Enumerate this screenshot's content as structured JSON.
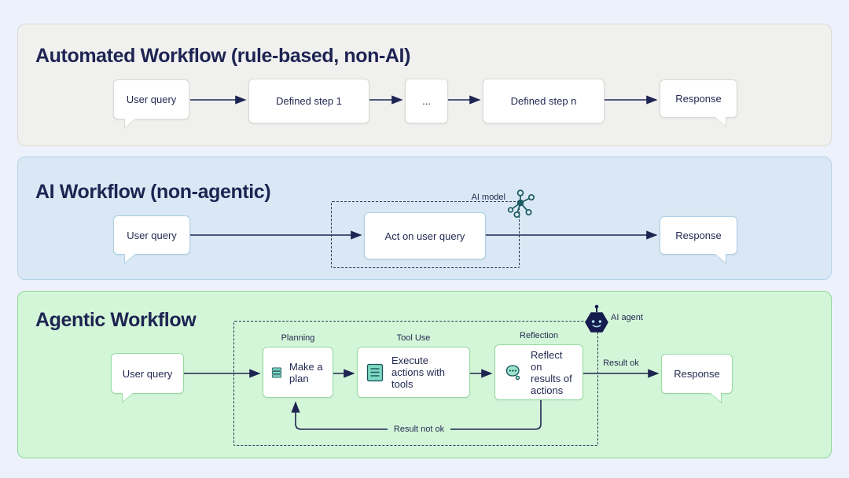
{
  "page": {
    "background": "#edf1fb"
  },
  "colors": {
    "navy_text": "#1e2452",
    "arrow": "#1e2452",
    "panel1_bg": "#f0f0ee",
    "panel2_bg": "#d9e8f4",
    "panel3_bg": "#d4f6d8",
    "icon_teal_fill": "#7ed8c3",
    "icon_teal_stroke": "#175158",
    "agent_navy": "#141b4d"
  },
  "icons": {
    "ai_model": "molecule-icon",
    "ai_agent": "robot-hexagon-icon",
    "planning": "stack-icon",
    "tool_use": "document-lines-icon",
    "reflection": "thought-bubble-icon"
  },
  "panels": [
    {
      "title": "Automated Workflow (rule-based, non-AI)",
      "nodes": {
        "user_query": "User query",
        "step1": "Defined step 1",
        "ellipsis": "...",
        "stepn": "Defined step n",
        "response": "Response"
      }
    },
    {
      "title": "AI Workflow (non-agentic)",
      "nodes": {
        "user_query": "User query",
        "act": "Act on user query",
        "response": "Response"
      },
      "labels": {
        "ai_model": "AI model"
      }
    },
    {
      "title": "Agentic Workflow",
      "nodes": {
        "user_query": "User query",
        "plan": "Make a plan",
        "execute": "Execute actions with tools",
        "reflect": "Reflect on results of actions",
        "response": "Response"
      },
      "labels": {
        "planning": "Planning",
        "tool_use": "Tool Use",
        "reflection": "Reflection",
        "ai_agent": "AI agent",
        "result_ok": "Result ok",
        "result_not_ok": "Result not ok"
      }
    }
  ]
}
